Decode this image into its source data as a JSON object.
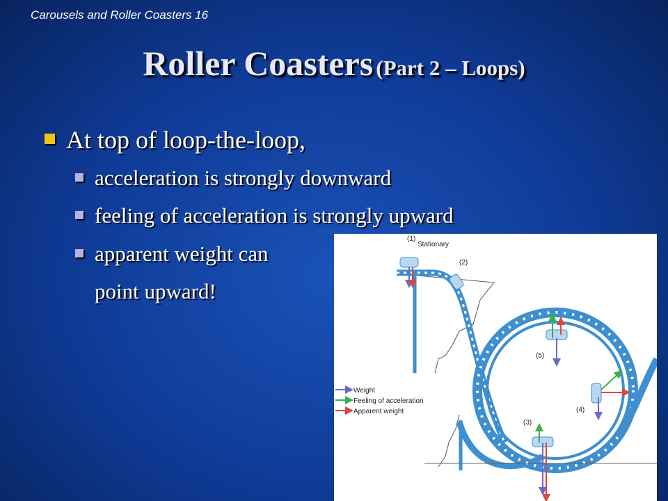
{
  "header": {
    "tag": "Carousels and Roller Coasters 16"
  },
  "title": {
    "main": "Roller Coasters",
    "sub": "(Part 2 – Loops)"
  },
  "bullets": {
    "level1": "At top of loop-the-loop,",
    "level2": [
      "acceleration is strongly downward",
      "feeling of acceleration is strongly upward",
      "apparent weight can"
    ],
    "continuation": "point upward!"
  },
  "figure": {
    "stationary_label": "Stationary",
    "positions": [
      "(1)",
      "(2)",
      "(3)",
      "(4)",
      "(5)"
    ],
    "legend": [
      {
        "label": "Weight",
        "color": "#6a6ac8"
      },
      {
        "label": "Feeling of acceleration",
        "color": "#3fae45"
      },
      {
        "label": "Apparent weight",
        "color": "#e0463c"
      }
    ],
    "track_color": "#3d8fd0"
  }
}
